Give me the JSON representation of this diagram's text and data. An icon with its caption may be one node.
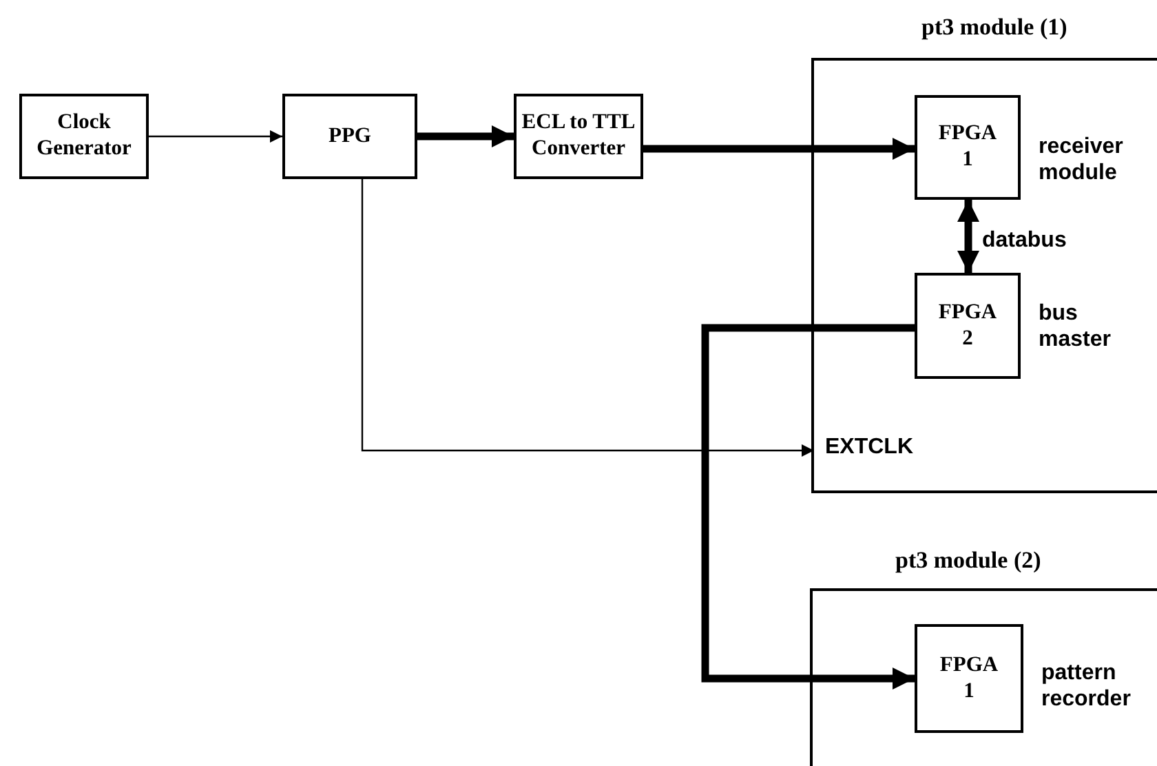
{
  "diagram": {
    "nodes": [
      {
        "text": [
          "Clock Generator"
        ]
      },
      {
        "text": [
          "PPG"
        ]
      },
      {
        "text": [
          "ECL to TTL Converter"
        ]
      },
      {
        "text": [
          "pt3 module (1)"
        ]
      },
      {
        "text": [
          "FPGA 1"
        ],
        "in": 3,
        "beside": [
          "receiver module"
        ]
      },
      {
        "text": [
          "FPGA 2"
        ],
        "in": 3,
        "beside": [
          "bus master"
        ]
      },
      {
        "text": [
          "EXTCLK"
        ],
        "in": 3
      },
      {
        "text": [
          "pt3 module (2)"
        ]
      },
      {
        "text": [
          "FPGA 1"
        ],
        "in": 7,
        "beside": [
          "pattern recorder"
        ]
      }
    ],
    "edges": [
      {
        "from": 0,
        "to": 1,
        "arrow": "to"
      },
      {
        "from": 1,
        "to": 2,
        "arrow": "to"
      },
      {
        "from": 2,
        "to": 4,
        "arrow": "to"
      },
      {
        "from": 4,
        "to": 5,
        "arrow": "both",
        "label": "databus"
      },
      {
        "from": 1,
        "to": 6,
        "arrow": "to"
      },
      {
        "from": 5,
        "to": 8,
        "arrow": "to"
      }
    ]
  }
}
